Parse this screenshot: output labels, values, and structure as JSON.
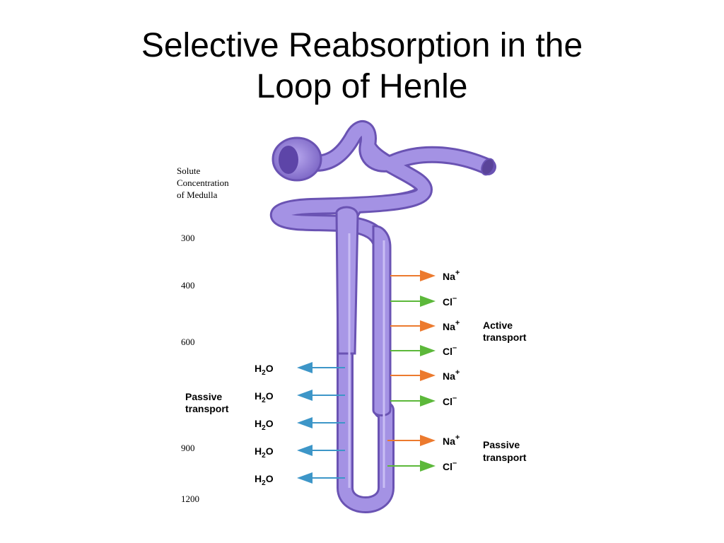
{
  "slide": {
    "title_line1": "Selective Reabsorption in the",
    "title_line2": "Loop of Henle"
  },
  "diagram": {
    "scale_header": [
      "Solute",
      "Concentration",
      "of Medulla"
    ],
    "scale_values": [
      "300",
      "400",
      "600",
      "900",
      "1200"
    ],
    "ions": {
      "na": "Na",
      "cl": "Cl",
      "na_charge": "+",
      "cl_charge": "–",
      "water_h": "H",
      "water_sub": "2",
      "water_o": "O"
    },
    "labels": {
      "active_line1": "Active",
      "active_line2": "transport",
      "passive_right_line1": "Passive",
      "passive_right_line2": "transport",
      "passive_left_line1": "Passive",
      "passive_left_line2": "transport"
    },
    "colors": {
      "tubule": "#9b86dc",
      "tubule_dark": "#6f58b8",
      "na_arrow": "#ec7a2e",
      "cl_arrow": "#5cb83a",
      "water_arrow": "#3d96c8"
    }
  }
}
